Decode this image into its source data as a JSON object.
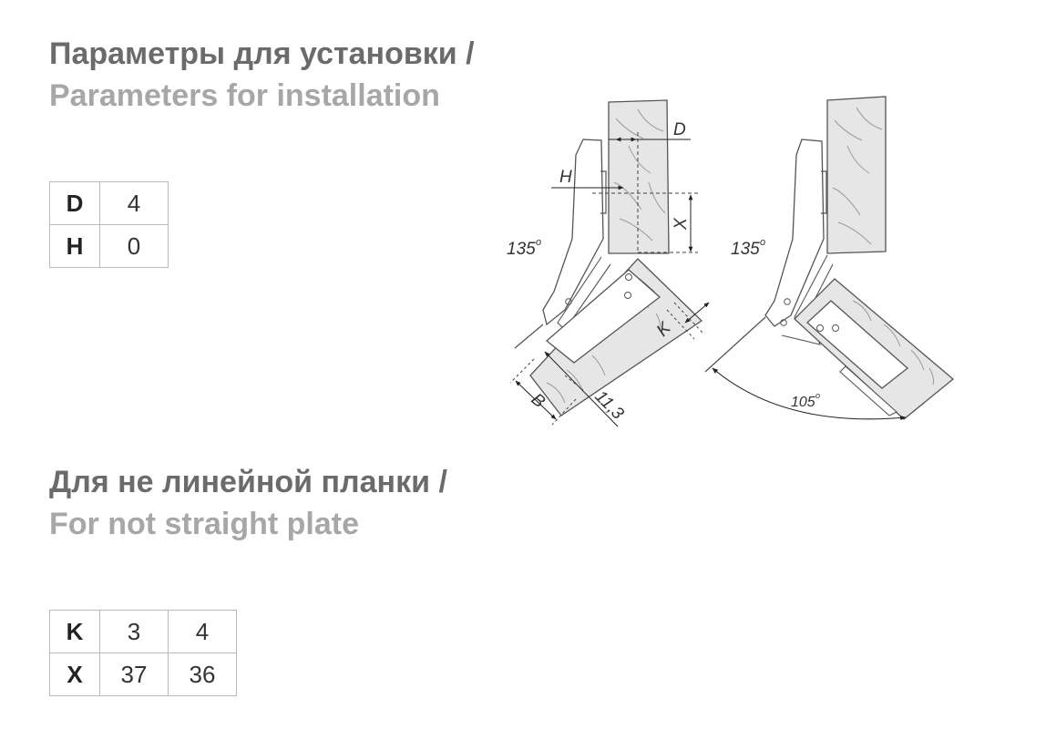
{
  "section1": {
    "title_ru": "Параметры для установки /",
    "title_en": "Parameters for installation",
    "table": [
      {
        "key": "D",
        "values": [
          "4"
        ]
      },
      {
        "key": "H",
        "values": [
          "0"
        ]
      }
    ]
  },
  "section2": {
    "title_ru": "Для не линейной планки /",
    "title_en": "For not straight plate",
    "table": [
      {
        "key": "K",
        "values": [
          "3",
          "4"
        ]
      },
      {
        "key": "X",
        "values": [
          "37",
          "36"
        ]
      }
    ]
  },
  "diagram": {
    "label_d": "D",
    "label_h": "H",
    "label_x": "X",
    "label_k": "K",
    "label_b": "B",
    "label_113": "11,3",
    "angle_left": "135",
    "angle_right": "135",
    "angle_opening": "105",
    "degree_mark": "o"
  },
  "colors": {
    "heading_ru": "#6b6b6b",
    "heading_en": "#a7a7a7",
    "wood_fill": "#e6e6e6",
    "outline": "#555555"
  }
}
